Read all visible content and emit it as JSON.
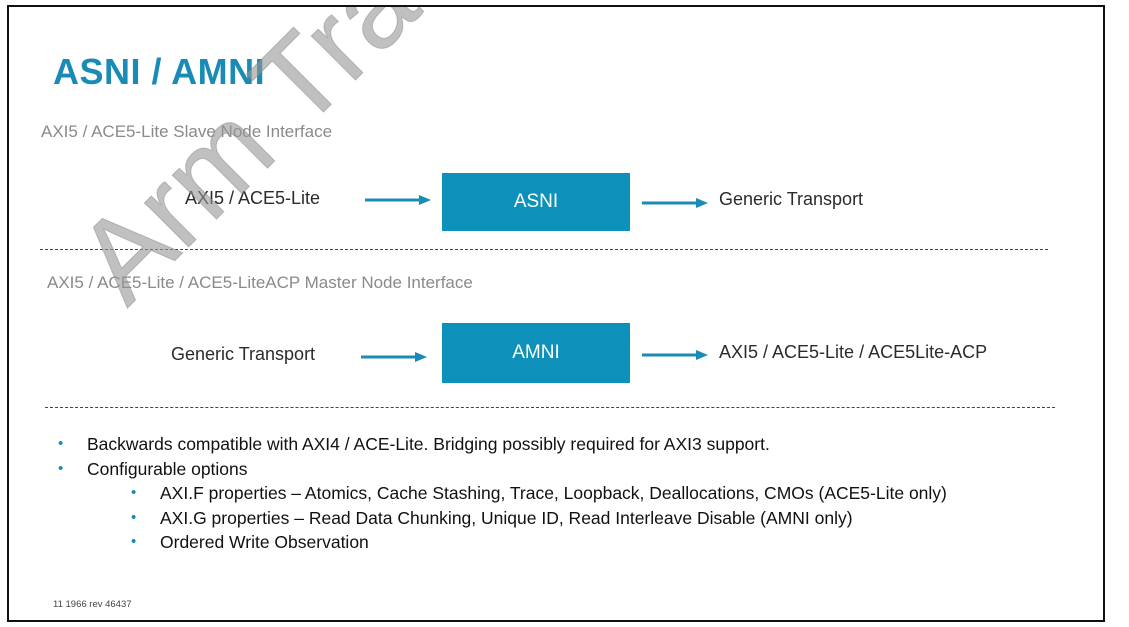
{
  "slide": {
    "title": "ASNI / AMNI",
    "watermark": "Arm Training",
    "footer": "11   1966 rev 46437"
  },
  "asni_section": {
    "label": "AXI5 / ACE5-Lite Slave Node Interface",
    "input": "AXI5 / ACE5-Lite",
    "node": "ASNI",
    "output": "Generic Transport"
  },
  "amni_section": {
    "label": "AXI5 / ACE5-Lite / ACE5-LiteACP Master Node Interface",
    "input": "Generic Transport",
    "node": "AMNI",
    "output": "AXI5 / ACE5-Lite / ACE5Lite-ACP"
  },
  "bullets": {
    "items": [
      "Backwards compatible with AXI4 / ACE-Lite.  Bridging possibly required for AXI3 support.",
      "Configurable options"
    ],
    "sub_items": [
      "AXI.F properties – Atomics, Cache Stashing, Trace, Loopback, Deallocations, CMOs (ACE5-Lite only)",
      "AXI.G properties – Read Data Chunking, Unique ID, Read Interleave Disable (AMNI only)",
      "Ordered Write Observation"
    ],
    "bullet_glyph": "•"
  },
  "colors": {
    "accent": "#1a8bb5",
    "node_fill": "#0d90b9"
  }
}
